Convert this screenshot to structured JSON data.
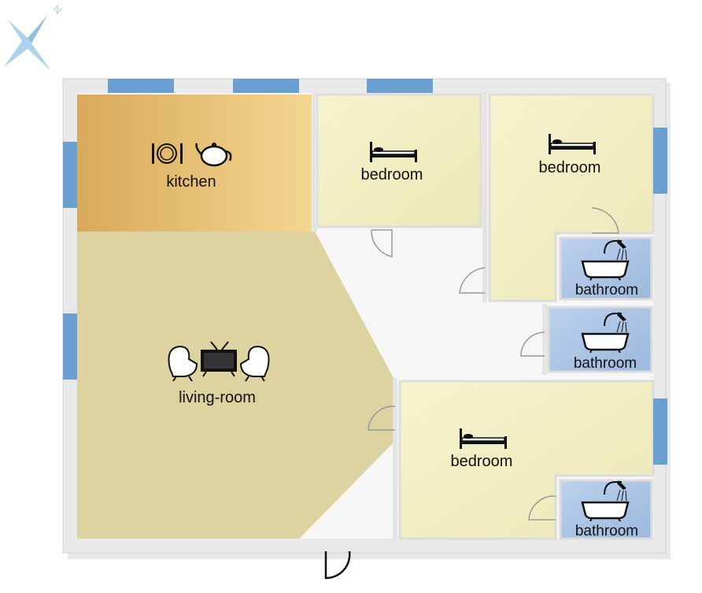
{
  "compass": {
    "north_label": "N"
  },
  "rooms": [
    {
      "id": "kitchen",
      "label": "kitchen"
    },
    {
      "id": "living",
      "label": "living-room"
    },
    {
      "id": "bedroom1",
      "label": "bedroom"
    },
    {
      "id": "bedroom2",
      "label": "bedroom"
    },
    {
      "id": "bedroom3",
      "label": "bedroom"
    },
    {
      "id": "bathroom1",
      "label": "bathroom"
    },
    {
      "id": "bathroom2",
      "label": "bathroom"
    },
    {
      "id": "bathroom3",
      "label": "bathroom"
    }
  ],
  "colors": {
    "wall": "#e9e9e9",
    "window": "#6a9fd0",
    "kitchen": "#e4bd6e",
    "living": "#ddd3a0",
    "bedroom": "#f3f0c4",
    "bathroom": "#a9c4e6",
    "hall": "#f5f5f5"
  },
  "icons": [
    "compass-icon",
    "plate-cutlery-icon",
    "teapot-icon",
    "bed-icon",
    "bathtub-shower-icon",
    "armchair-icon",
    "tv-icon",
    "door-swing-icon"
  ]
}
